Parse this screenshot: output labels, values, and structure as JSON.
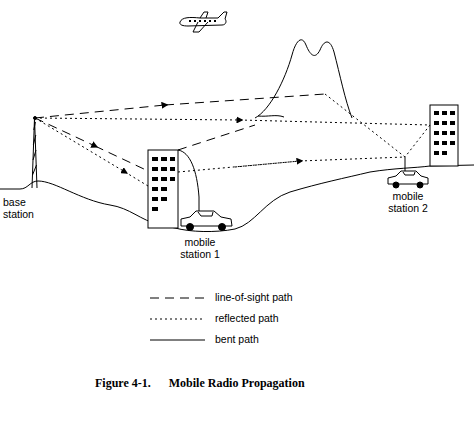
{
  "diagram": {
    "caption": "Figure 4-1.      Mobile Radio Propagation",
    "labels": [
      "base station",
      "mobile station 1",
      "mobile station 2"
    ],
    "legend": [
      {
        "text": "line-of-sight path"
      },
      {
        "text": "reflected path"
      },
      {
        "text": "bent path"
      }
    ]
  }
}
